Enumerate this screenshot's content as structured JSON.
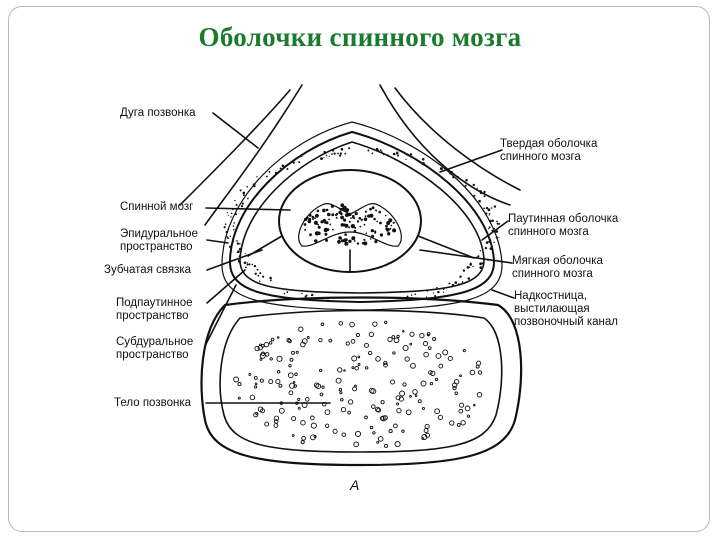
{
  "title": "Оболочки спинного мозга",
  "figure_letter": "А",
  "labels": {
    "arch": "Дуга позвонка",
    "spinal_cord": "Спинной мозг",
    "epidural_1": "Эпидуральное",
    "epidural_2": "пространство",
    "dentate": "Зубчатая связка",
    "subarachnoid_1": "Подпаутинное",
    "subarachnoid_2": "пространство",
    "subdural_1": "Субдуральное",
    "subdural_2": "пространство",
    "vertebral_body": "Тело позвонка",
    "dura_1": "Твердая оболочка",
    "dura_2": "спинного мозга",
    "arachnoid_1": "Паутинная оболочка",
    "arachnoid_2": "спинного мозга",
    "pia_1": "Мягкая оболочка",
    "pia_2": "спинного мозга",
    "periosteum_1": "Надкостница,",
    "periosteum_2": "выстилающая",
    "periosteum_3": "позвоночный канал"
  },
  "colors": {
    "title": "#1c7a2e",
    "ink": "#111111",
    "frame": "#b8b8b8"
  }
}
